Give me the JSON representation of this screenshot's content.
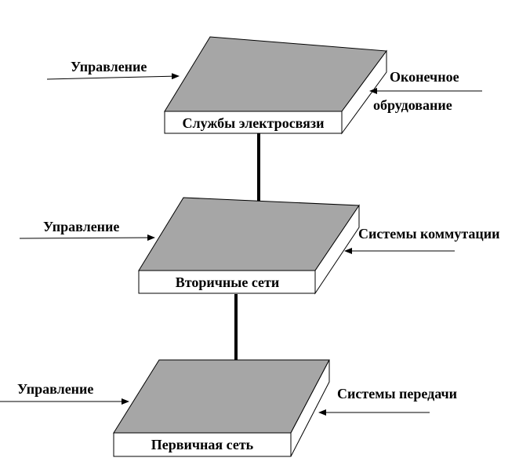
{
  "diagram": {
    "layers": [
      {
        "name": "Службы электросвязи",
        "left_input": "Управление",
        "right_input_lines": [
          "Оконечное",
          "обрудование"
        ]
      },
      {
        "name": "Вторичные сети",
        "left_input": "Управление",
        "right_input_lines": [
          "Системы коммутации"
        ]
      },
      {
        "name": "Первичная сеть",
        "left_input": "Управление",
        "right_input_lines": [
          "Системы передачи"
        ]
      }
    ]
  },
  "colors": {
    "plate_top": "#a6a6a6",
    "plate_side": "#ffffff",
    "ink": "#000000"
  }
}
